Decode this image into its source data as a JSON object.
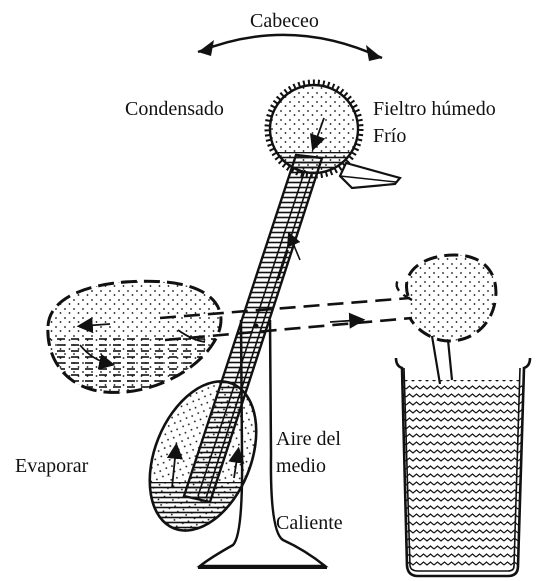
{
  "labels": {
    "cabeceo": "Cabeceo",
    "condensado": "Condensado",
    "fieltro_humedo": "Fieltro húmedo",
    "frio": "Frío",
    "evaporar": "Evaporar",
    "aire_del": "Aire del",
    "medio": "medio",
    "caliente": "Caliente"
  },
  "colors": {
    "ink": "#111111",
    "background": "#ffffff"
  }
}
